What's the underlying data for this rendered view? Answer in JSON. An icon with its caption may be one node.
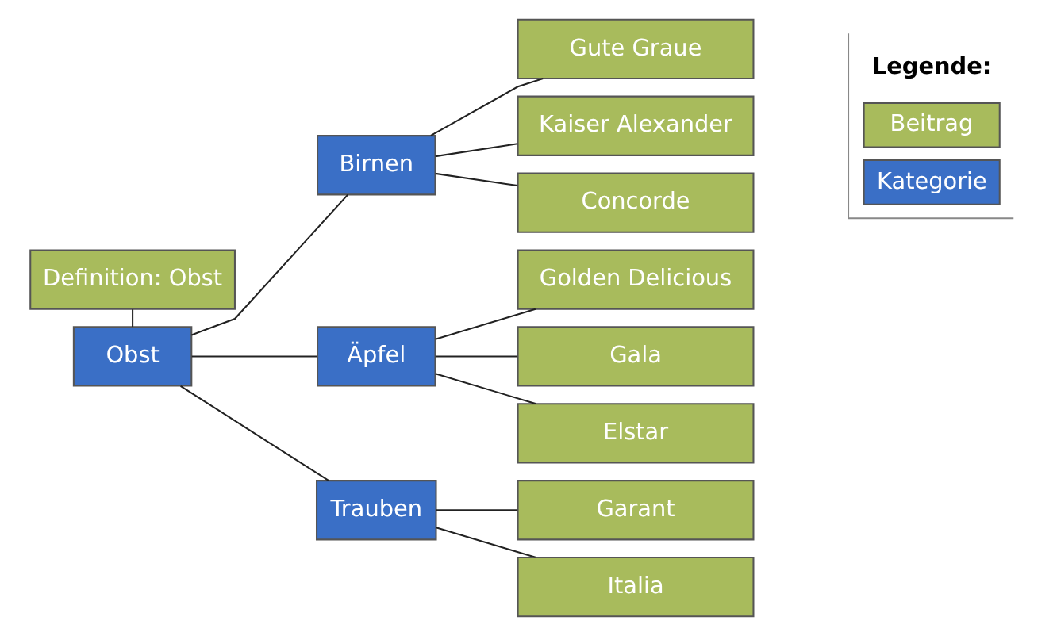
{
  "diagram": {
    "nodes": [
      {
        "text": [
          "Definition: Obst"
        ]
      },
      {
        "text": [
          "Obst"
        ]
      },
      {
        "text": [
          "Birnen"
        ]
      },
      {
        "text": [
          "Gute Graue"
        ]
      },
      {
        "text": [
          "Kaiser Alexander"
        ]
      },
      {
        "text": [
          "Concorde"
        ]
      },
      {
        "text": [
          "Äpfel"
        ]
      },
      {
        "text": [
          "Golden Delicious"
        ]
      },
      {
        "text": [
          "Gala"
        ]
      },
      {
        "text": [
          "Elstar"
        ]
      },
      {
        "text": [
          "Trauben"
        ]
      },
      {
        "text": [
          "Garant"
        ]
      },
      {
        "text": [
          "Italia"
        ]
      }
    ],
    "edges": [
      {
        "from": 0,
        "to": 1,
        "arrow": "none"
      },
      {
        "from": 1,
        "to": 2,
        "arrow": "none"
      },
      {
        "from": 1,
        "to": 6,
        "arrow": "none"
      },
      {
        "from": 1,
        "to": 10,
        "arrow": "none"
      },
      {
        "from": 2,
        "to": 3,
        "arrow": "none"
      },
      {
        "from": 2,
        "to": 4,
        "arrow": "none"
      },
      {
        "from": 2,
        "to": 5,
        "arrow": "none"
      },
      {
        "from": 6,
        "to": 7,
        "arrow": "none"
      },
      {
        "from": 6,
        "to": 8,
        "arrow": "none"
      },
      {
        "from": 6,
        "to": 9,
        "arrow": "none"
      },
      {
        "from": 10,
        "to": 11,
        "arrow": "none"
      },
      {
        "from": 10,
        "to": 12,
        "arrow": "none"
      }
    ],
    "labels": [
      "Legende:"
    ],
    "legend": [
      {
        "text": "Beitrag",
        "color": "#a8bb5c"
      },
      {
        "text": "Kategorie",
        "color": "#3a6fc6"
      }
    ]
  }
}
